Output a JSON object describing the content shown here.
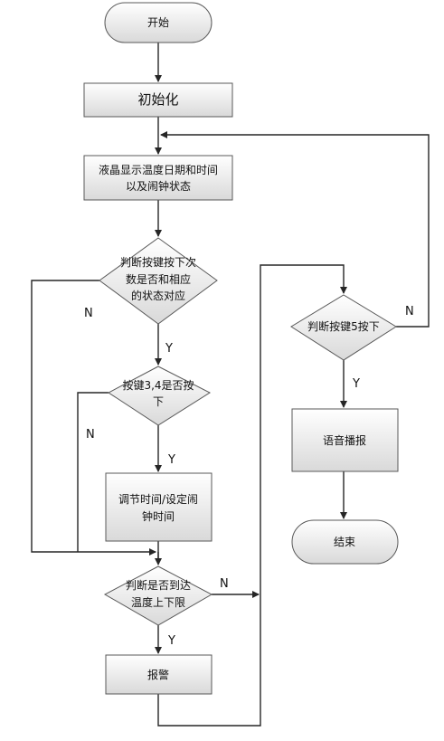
{
  "diagram": {
    "nodes": {
      "start": "开始",
      "init": "初始化",
      "display_1": "液晶显示温度日期和时间",
      "display_2": "以及闹钟状态",
      "judge_key_1": "判断按键按下次",
      "judge_key_2": "数是否和相应",
      "judge_key_3": "的状态对应",
      "key34_1": "按键3,4是否按",
      "key34_2": "下",
      "adjust_1": "调节时间/设定闹",
      "adjust_2": "钟时间",
      "temp_1": "判断是否到达",
      "temp_2": "温度上下限",
      "alarm": "报警",
      "key5": "判断按键5按下",
      "voice": "语音播报",
      "end": "结束"
    },
    "labels": {
      "n_judge_key": "N",
      "y_judge_key": "Y",
      "n_key34": "N",
      "y_key34": "Y",
      "n_temp": "N",
      "y_temp": "Y",
      "n_key5": "N",
      "y_key5": "Y"
    },
    "colors": {
      "fill_top": "#ffffff",
      "fill_bottom": "#d9d9d9",
      "stroke": "#595959",
      "line": "#262626"
    }
  }
}
